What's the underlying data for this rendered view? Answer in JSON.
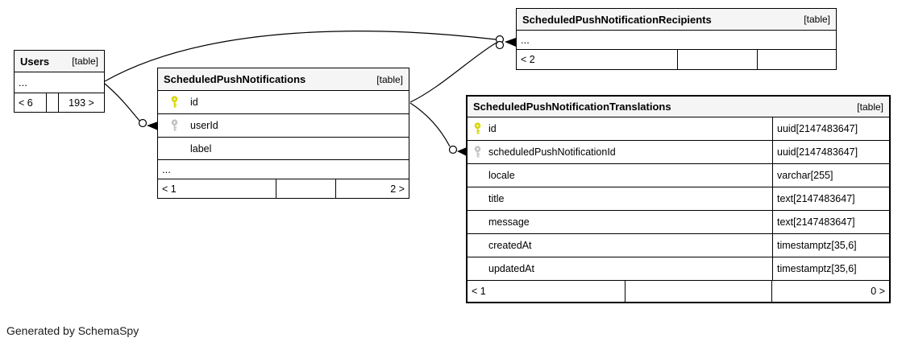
{
  "note": "Generated by SchemaSpy",
  "colors": {
    "primary_key": "#d6d600",
    "foreign_key": "#c4c4c4",
    "header_bg": "#f5f5f5",
    "line": "#000000"
  },
  "tables": {
    "users": {
      "name": "Users",
      "tag": "[table]",
      "ellipsis": "...",
      "footer": [
        "< 6",
        "",
        "193 >"
      ]
    },
    "spn": {
      "name": "ScheduledPushNotifications",
      "tag": "[table]",
      "columns": [
        {
          "name": "id",
          "key": "primary"
        },
        {
          "name": "userId",
          "key": "foreign"
        },
        {
          "name": "label",
          "key": ""
        }
      ],
      "ellipsis": "...",
      "footer": [
        "< 1",
        "",
        "2 >"
      ]
    },
    "recipients": {
      "name": "ScheduledPushNotificationRecipients",
      "tag": "[table]",
      "ellipsis": "...",
      "footer": [
        "< 2",
        "",
        ""
      ]
    },
    "translations": {
      "name": "ScheduledPushNotificationTranslations",
      "tag": "[table]",
      "columns": [
        {
          "name": "id",
          "type": "uuid[2147483647]",
          "key": "primary"
        },
        {
          "name": "scheduledPushNotificationId",
          "type": "uuid[2147483647]",
          "key": "foreign"
        },
        {
          "name": "locale",
          "type": "varchar[255]",
          "key": ""
        },
        {
          "name": "title",
          "type": "text[2147483647]",
          "key": ""
        },
        {
          "name": "message",
          "type": "text[2147483647]",
          "key": ""
        },
        {
          "name": "createdAt",
          "type": "timestamptz[35,6]",
          "key": ""
        },
        {
          "name": "updatedAt",
          "type": "timestamptz[35,6]",
          "key": ""
        }
      ],
      "footer": [
        "< 1",
        "",
        "0 >"
      ]
    }
  }
}
